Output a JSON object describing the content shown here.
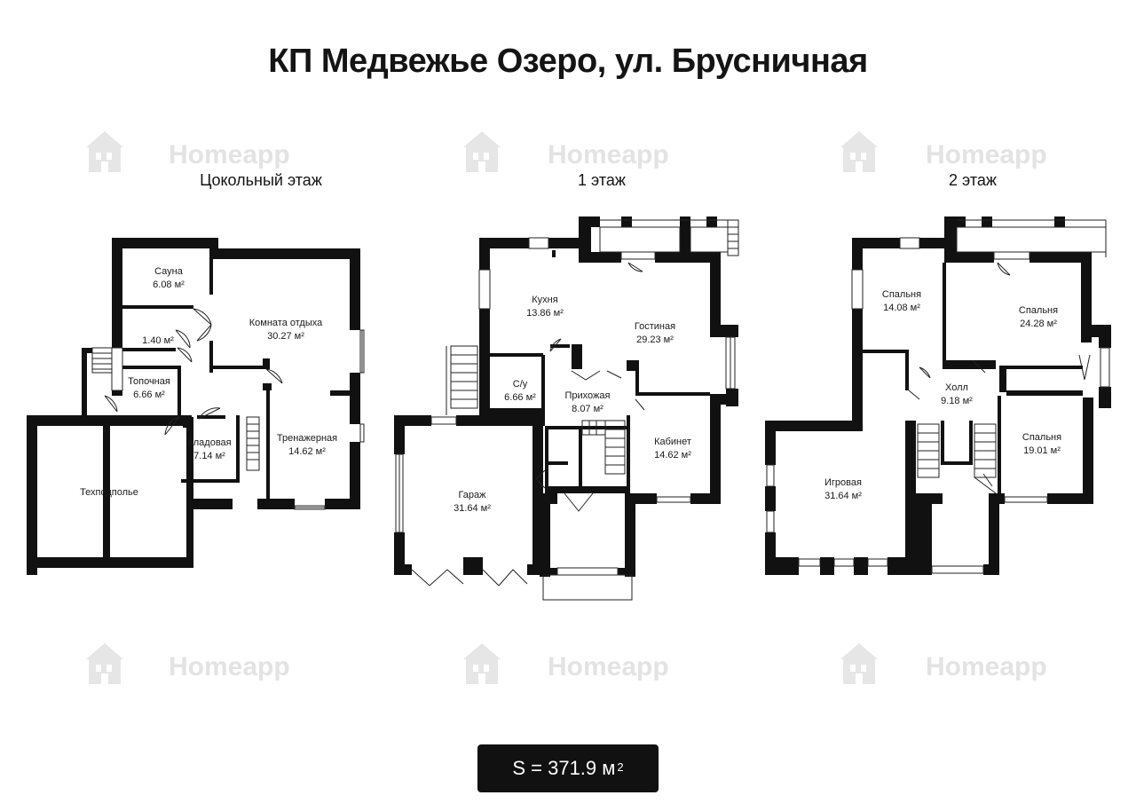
{
  "title": "КП Медвежье Озеро, ул. Брусничная",
  "watermark": "Homeapp",
  "floors": [
    {
      "label": "Цокольный этаж",
      "rooms": [
        {
          "name": "Сауна",
          "area": "6.08 м²"
        },
        {
          "name": "",
          "area": "1.40 м²"
        },
        {
          "name": "Комната отдыха",
          "area": "30.27 м²"
        },
        {
          "name": "Топочная",
          "area": "6.66 м²"
        },
        {
          "name": "Кладовая",
          "area": "7.14 м²"
        },
        {
          "name": "Тренажерная",
          "area": "14.62 м²"
        },
        {
          "name": "Техподполье",
          "area": ""
        }
      ]
    },
    {
      "label": "1 этаж",
      "rooms": [
        {
          "name": "Кухня",
          "area": "13.86 м²"
        },
        {
          "name": "Гостиная",
          "area": "29.23 м²"
        },
        {
          "name": "С/у",
          "area": "6.66 м²"
        },
        {
          "name": "Прихожая",
          "area": "8.07 м²"
        },
        {
          "name": "Кабинет",
          "area": "14.62 м²"
        },
        {
          "name": "Гараж",
          "area": "31.64 м²"
        }
      ]
    },
    {
      "label": "2 этаж",
      "rooms": [
        {
          "name": "Спальня",
          "area": "14.08 м²"
        },
        {
          "name": "Спальня",
          "area": "24.28 м²"
        },
        {
          "name": "Холл",
          "area": "9.18 м²"
        },
        {
          "name": "Спальня",
          "area": "19.01 м²"
        },
        {
          "name": "Игровая",
          "area": "31.64 м²"
        }
      ]
    }
  ],
  "total": {
    "prefix": "S = 371.9 м",
    "sup": "2"
  }
}
